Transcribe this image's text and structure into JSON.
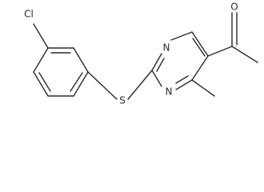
{
  "molecule": {
    "atom_labels": {
      "chlorine": "Cl",
      "sulfur": "S",
      "nitrogen_top": "N",
      "nitrogen_bottom": "N",
      "oxygen": "O"
    },
    "colors": {
      "ink": "#2b2b2b",
      "background": "#ffffff"
    }
  }
}
